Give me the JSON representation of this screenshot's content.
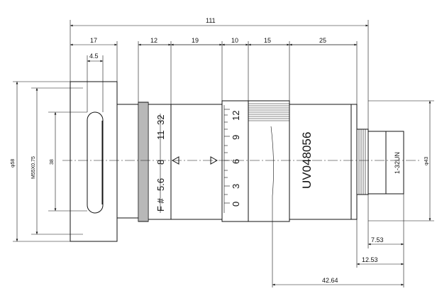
{
  "dimensions": {
    "overall_length": "111",
    "mount_length": "17",
    "mount_flange": "4.5",
    "seg_1": "12",
    "seg_2": "19",
    "seg_3": "10",
    "seg_4": "15",
    "seg_5": "25",
    "body_dia": "φ58",
    "filter_thread": "M55X0.75",
    "inner_dia": "38",
    "rear_dia": "φ43",
    "flange_back_1": "7.53",
    "flange_back_2": "12.53",
    "flange_back_3": "42.64"
  },
  "lens_markings": {
    "f_label": "F #",
    "f_stops": [
      "5.6",
      "8",
      "11",
      "32"
    ],
    "focus_scale": [
      "0",
      "3",
      "6",
      "9",
      "12"
    ],
    "model": "UV048056",
    "mount_thread": "1-32UN"
  }
}
